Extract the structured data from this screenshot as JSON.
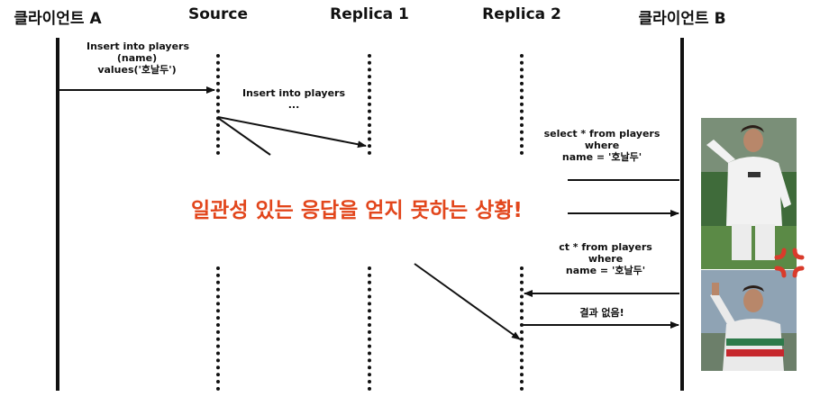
{
  "participants": {
    "client_a": "클라이언트 A",
    "source": "Source",
    "replica1": "Replica 1",
    "replica2": "Replica 2",
    "client_b": "클라이언트 B"
  },
  "messages": {
    "insert_full": [
      "Insert into players",
      "(name)",
      "values('호날두')"
    ],
    "insert_replicate": [
      "Insert into players",
      "..."
    ],
    "select_first": [
      "select * from players",
      "where",
      "name = '호날두'"
    ],
    "select_second": [
      "ct * from players",
      "where",
      "name = '호날두'"
    ],
    "result": "결과 없음!"
  },
  "banner": "일관성 있는 응답을 얻지 못하는 상황!",
  "colors": {
    "banner": "#e2461c",
    "line": "#111111",
    "anger": "#d93b2b"
  }
}
